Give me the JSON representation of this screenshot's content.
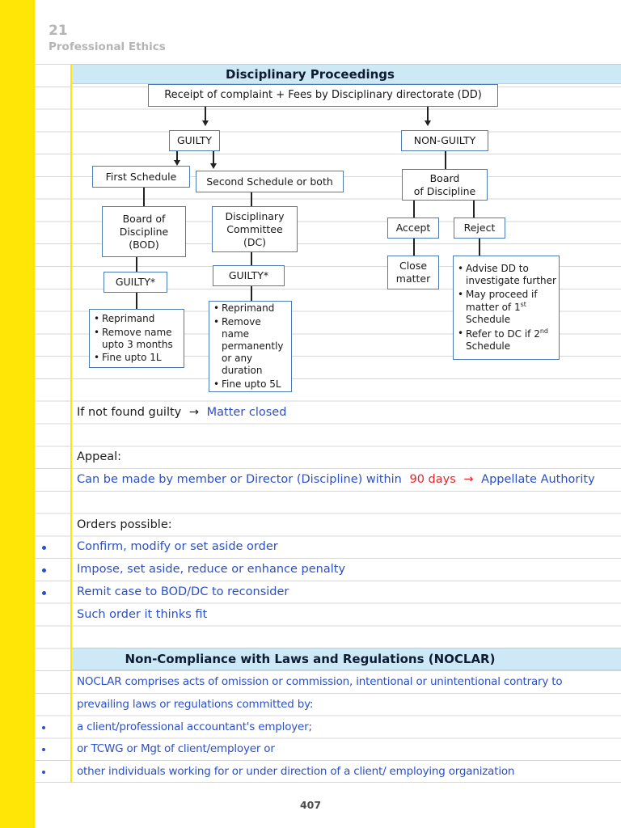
{
  "page": {
    "chapter_number": "21",
    "chapter_title": "Professional Ethics",
    "page_number": "407"
  },
  "colors": {
    "margin_yellow": "#ffe607",
    "banner_blue": "#cde9f6",
    "box_border_blue": "#4d7cb5",
    "ink_blue": "#2b50c8",
    "ink_red": "#e52528",
    "rule_gray": "#d7d7d7"
  },
  "disciplinary": {
    "banner": "Disciplinary Proceedings",
    "receipt": "Receipt of complaint + Fees by Disciplinary directorate (DD)",
    "guilty": "GUILTY",
    "non_guilty": "NON-GUILTY",
    "first_schedule": "First Schedule",
    "second_schedule": "Second Schedule or both",
    "board_of_discipline_bod": "Board of\nDiscipline\n(BOD)",
    "disciplinary_committee": "Disciplinary\nCommittee\n(DC)",
    "guilty_star_left": "GUILTY*",
    "guilty_star_right": "GUILTY*",
    "bod_penalties": [
      "Reprimand",
      "Remove name upto 3 months",
      "Fine upto 1L"
    ],
    "dc_penalties": [
      "Reprimand",
      "Remove name permanently or any duration",
      "Fine upto 5L"
    ],
    "board_of_discipline_right": "Board\nof Discipline",
    "accept": "Accept",
    "reject": "Reject",
    "close_matter": "Close\nmatter",
    "reject_actions": {
      "a1": "Advise DD to investigate further",
      "a2_pre": "May proceed if matter of 1",
      "a2_sup": "st",
      "a2_post": " Schedule",
      "a3_pre": "Refer to DC if 2",
      "a3_sup": "nd",
      "a3_post": " Schedule"
    }
  },
  "notes": {
    "not_guilty_pre": "If not found guilty",
    "not_guilty_arrow": "→",
    "not_guilty_result": "Matter closed",
    "appeal_heading": "Appeal:",
    "appeal_pre": "Can be made by member or Director (Discipline) within",
    "appeal_days": "90 days",
    "appeal_arrow": "→",
    "appeal_post": "Appellate Authority",
    "orders_heading": "Orders possible:",
    "orders": [
      "Confirm, modify or set aside order",
      "Impose, set aside, reduce or enhance penalty",
      "Remit case to BOD/DC to reconsider",
      "Such order it thinks fit"
    ]
  },
  "noclar": {
    "banner": "Non-Compliance with Laws and Regulations (NOCLAR)",
    "intro_line1": "NOCLAR comprises acts of omission or commission, intentional or unintentional contrary to",
    "intro_line2": "prevailing laws or regulations committed by:",
    "items": [
      "a client/professional accountant's employer;",
      "or TCWG or Mgt of client/employer or",
      "other individuals working for or under direction of a client/ employing organization"
    ]
  }
}
